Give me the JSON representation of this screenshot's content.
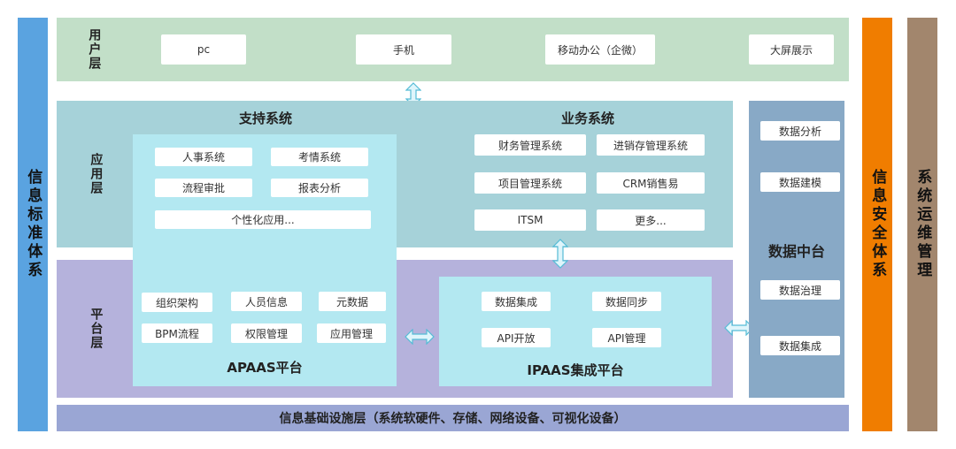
{
  "left_bar": "信息标准体系",
  "right_bar_1": "信息安全体系",
  "right_bar_2": "系统运维管理",
  "user_layer": {
    "label": "用户层",
    "items": [
      "pc",
      "手机",
      "移动办公（企微）",
      "大屏展示"
    ]
  },
  "app_layer": {
    "label": "应用层",
    "support_title": "支持系统",
    "support_items": [
      "人事系统",
      "考情系统",
      "流程审批",
      "报表分析",
      "个性化应用..."
    ],
    "business_title": "业务系统",
    "business_items": [
      "财务管理系统",
      "进销存管理系统",
      "项目管理系统",
      "CRM销售易",
      "ITSM",
      "更多..."
    ]
  },
  "platform_layer": {
    "label": "平台层",
    "apaas_items": [
      "组织架构",
      "人员信息",
      "元数据",
      "BPM流程",
      "权限管理",
      "应用管理"
    ],
    "apaas_title": "APAAS平台",
    "ipaas_items": [
      "数据集成",
      "数据同步",
      "API开放",
      "API管理"
    ],
    "ipaas_title": "IPAAS集成平台"
  },
  "data_center": {
    "title": "数据中台",
    "items": [
      "数据分析",
      "数据建模",
      "数据治理",
      "数据集成"
    ]
  },
  "infra": "信息基础设施层（系统软硬件、存储、网络设备、可视化设备）",
  "colors": {
    "user_bg": "#c2dfc8",
    "app_bg": "#a6d2d9",
    "support_bg": "#b3e8f1",
    "platform_bg": "#b5b2dc",
    "ipaas_bg": "#b3e8f1",
    "data_center_bg": "#88a9c6",
    "infra_bg": "#9aa6d4",
    "left_bar": "#5aa3e0",
    "security": "#f07d00",
    "ops": "#a2866d"
  }
}
